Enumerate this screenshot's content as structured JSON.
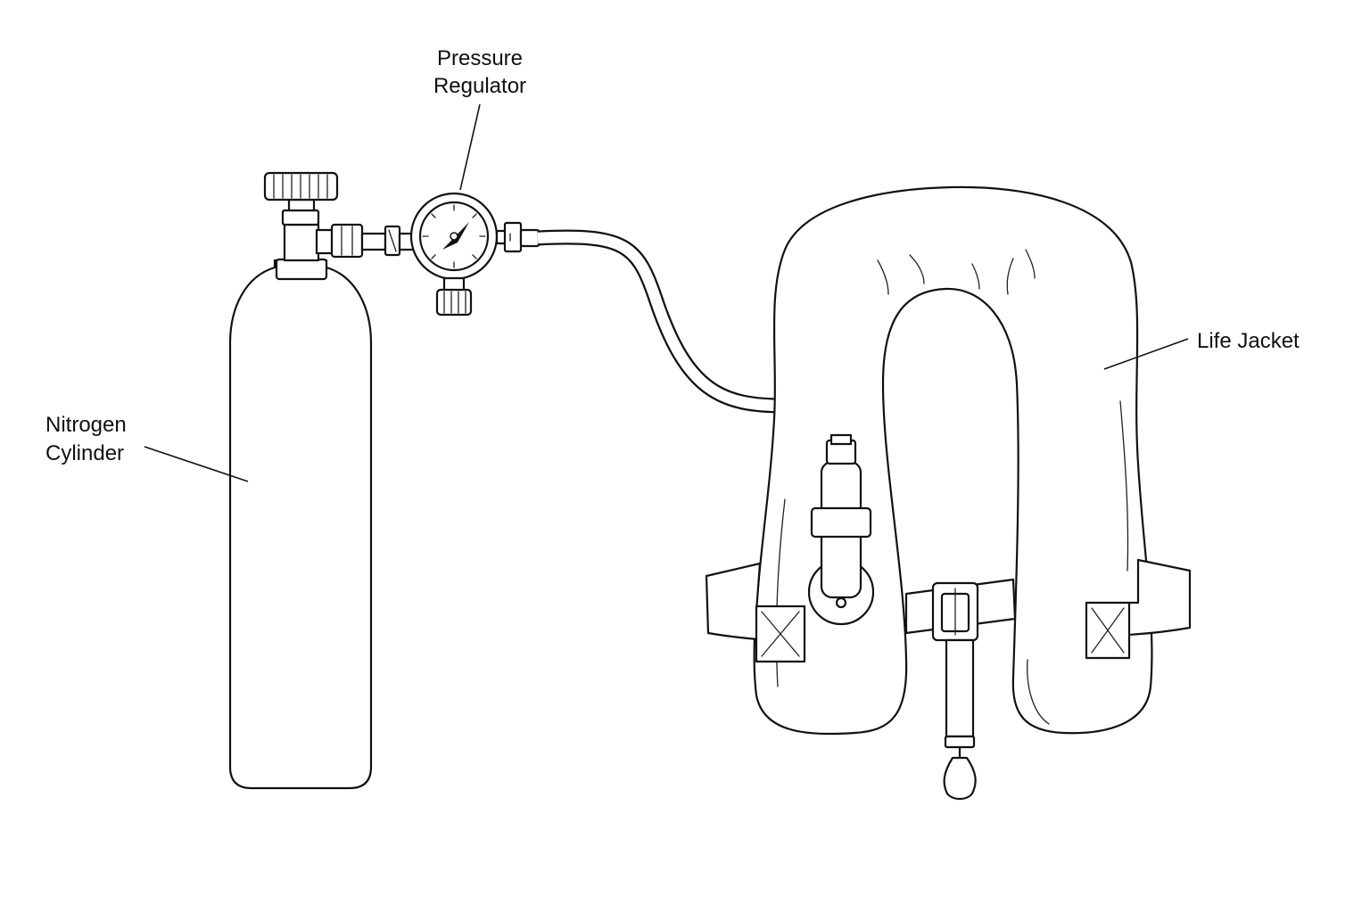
{
  "labels": {
    "pressure_regulator": [
      "Pressure",
      "Regulator"
    ],
    "nitrogen_cylinder": [
      "Nitrogen",
      "Cylinder"
    ],
    "life_jacket": [
      "Life Jacket"
    ]
  }
}
